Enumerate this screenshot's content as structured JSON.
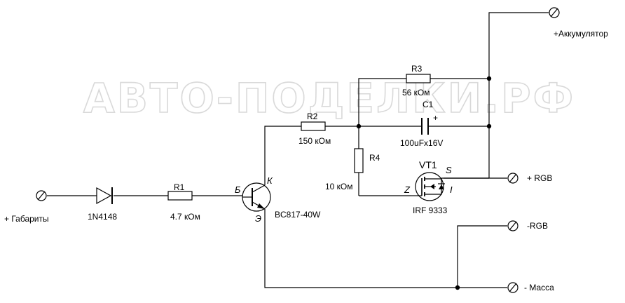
{
  "watermark": "АВТО-ПОДЕЛКИ.РФ",
  "terminals": {
    "battery": "+Аккумулятор",
    "rgb_plus": "+ RGB",
    "rgb_minus": "-RGB",
    "ground": "- Масса",
    "parking": "+ Габариты"
  },
  "components": {
    "r1": {
      "ref": "R1",
      "value": "4.7 кОм"
    },
    "r2": {
      "ref": "R2",
      "value": "150 кОм"
    },
    "r3": {
      "ref": "R3",
      "value": "56 кОм"
    },
    "r4": {
      "ref": "R4",
      "value": "10 кОм"
    },
    "c1": {
      "ref": "C1",
      "value": "100uFx16V",
      "polarity": "+"
    },
    "d1": {
      "value": "1N4148"
    },
    "q1": {
      "value": "BC817-40W",
      "pin_b": "Б",
      "pin_k": "К",
      "pin_e": "Э"
    },
    "vt1": {
      "ref": "VT1",
      "value": "IRF 9333",
      "pin_s": "S",
      "pin_z": "Z",
      "pin_i": "I"
    }
  }
}
